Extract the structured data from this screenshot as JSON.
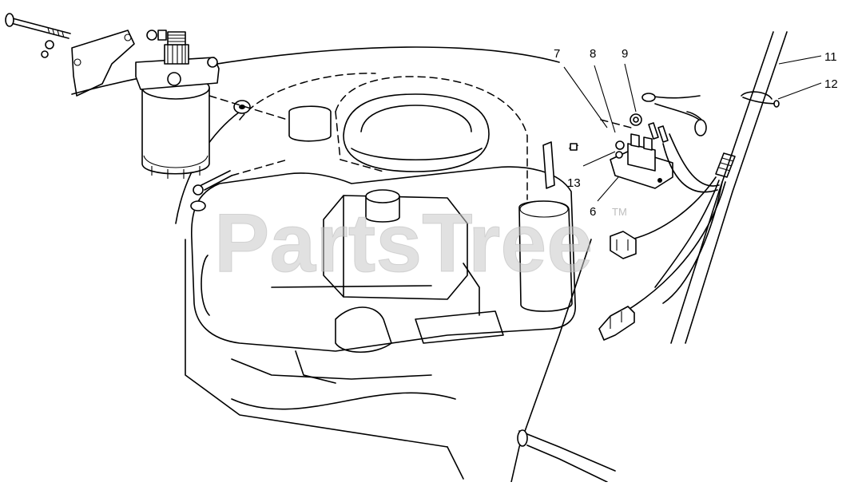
{
  "diagram": {
    "callouts": [
      {
        "id": "6",
        "text": "6"
      },
      {
        "id": "7",
        "text": "7"
      },
      {
        "id": "8",
        "text": "8"
      },
      {
        "id": "9",
        "text": "9"
      },
      {
        "id": "11",
        "text": "11"
      },
      {
        "id": "12",
        "text": "12"
      },
      {
        "id": "13",
        "text": "13"
      }
    ]
  },
  "watermark": {
    "text": "PartsTree",
    "trademark": "TM"
  }
}
